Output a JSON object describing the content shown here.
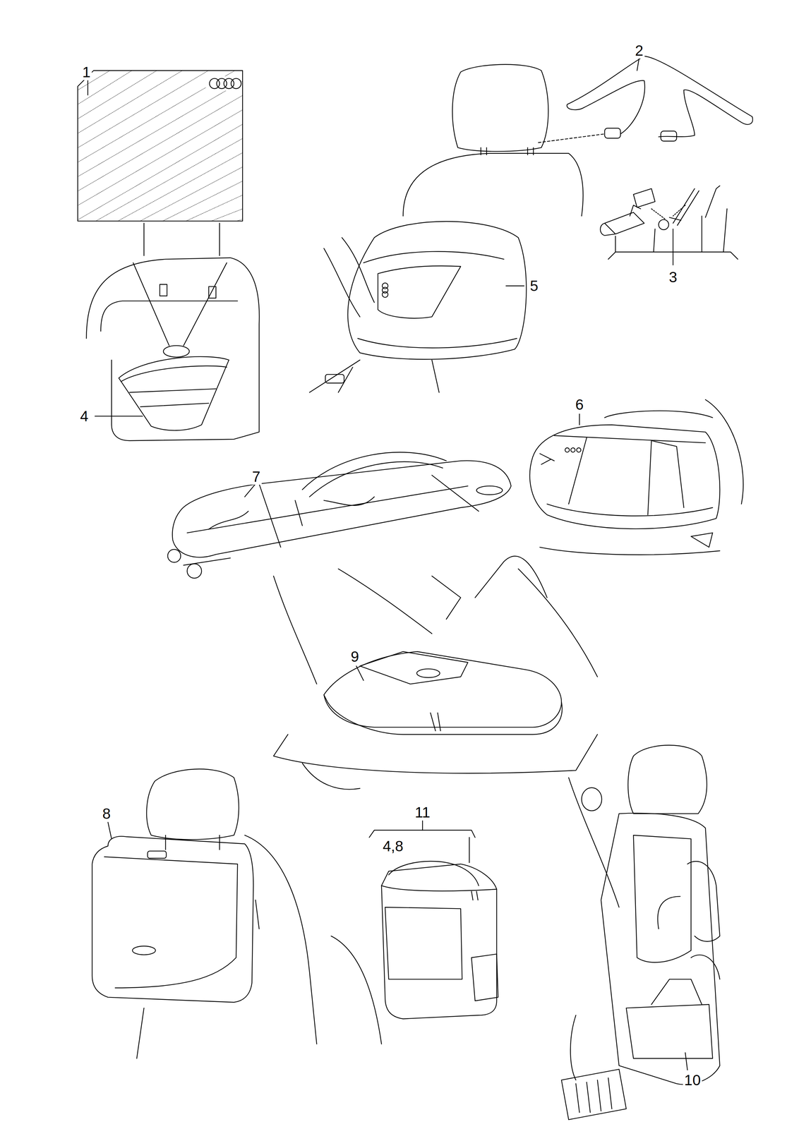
{
  "diagram": {
    "labels": [
      "1",
      "2",
      "3",
      "4",
      "5",
      "6",
      "7",
      "8",
      "9",
      "11",
      "4,8",
      "10"
    ]
  }
}
